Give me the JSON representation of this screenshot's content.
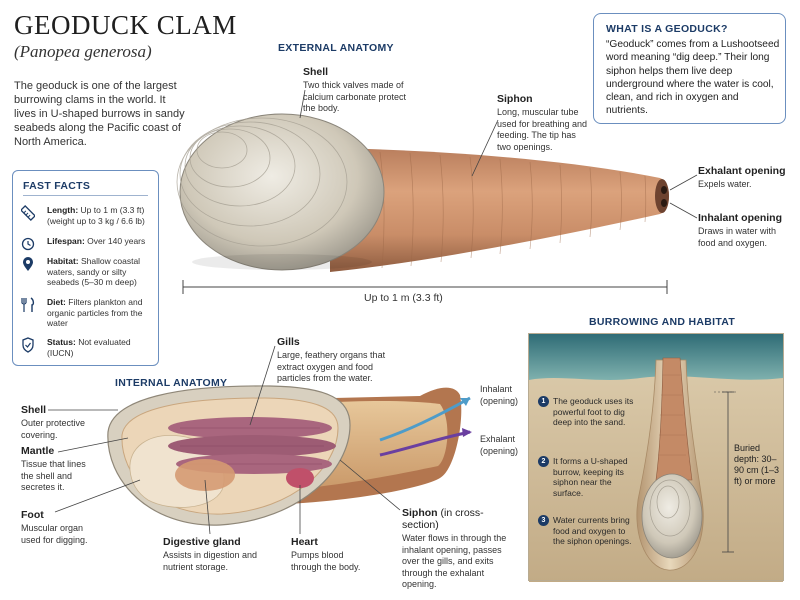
{
  "header": {
    "title": "GEODUCK CLAM",
    "subtitle": "(Panopea generosa)",
    "intro": "The geoduck is one of the largest burrowing clams in the world. It lives in U-shaped burrows in sandy seabeds along the Pacific coast of North America."
  },
  "external": {
    "heading": "EXTERNAL ANATOMY",
    "shell": {
      "title": "Shell",
      "desc": "Two thick valves made of calcium carbonate protect the body."
    },
    "siphon": {
      "title": "Siphon",
      "desc": "Long, muscular tube used for breathing and feeding. The tip has two openings."
    },
    "exhalant": {
      "title": "Exhalant opening",
      "desc": "Expels water."
    },
    "inhalant": {
      "title": "Inhalant opening",
      "desc": "Draws in water with food and oxygen."
    },
    "scale": "Up to 1 m (3.3 ft)"
  },
  "fast_facts": {
    "heading": "FAST FACTS",
    "items": [
      {
        "icon": "ruler-icon",
        "label": "Length:",
        "text": "Up to 1 m (3.3 ft) (weight up to 3 kg / 6.6 lb)"
      },
      {
        "icon": "clock-icon",
        "label": "Lifespan:",
        "text": "Over 140 years"
      },
      {
        "icon": "location-pin-icon",
        "label": "Habitat:",
        "text": "Shallow coastal waters, sandy or silty seabeds (5–30 m deep)"
      },
      {
        "icon": "fork-knife-icon",
        "label": "Diet:",
        "text": "Filters plankton and organic particles from the water"
      },
      {
        "icon": "shield-check-icon",
        "label": "Status:",
        "text": "Not evaluated (IUCN)"
      }
    ]
  },
  "what_is": {
    "heading": "WHAT IS A GEODUCK?",
    "body": "“Geoduck” comes from a Lushootseed word meaning “dig deep.” Their long siphon helps them live deep underground where the water is cool, clean, and rich in oxygen and nutrients."
  },
  "internal": {
    "heading": "INTERNAL ANATOMY",
    "shell": {
      "title": "Shell",
      "desc": "Outer protective covering."
    },
    "mantle": {
      "title": "Mantle",
      "desc": "Tissue that lines the shell and secretes it."
    },
    "foot": {
      "title": "Foot",
      "desc": "Muscular organ used for digging."
    },
    "gills": {
      "title": "Gills",
      "desc": "Large, feathery organs that extract oxygen and food particles from the water."
    },
    "digestive": {
      "title": "Digestive gland",
      "desc": "Assists in digestion and nutrient storage."
    },
    "heart": {
      "title": "Heart",
      "desc": "Pumps blood through the body."
    },
    "siphon": {
      "title": "Siphon",
      "title_suffix": " (in cross-section)",
      "desc": "Water flows in through the inhalant opening, passes over the gills, and exits through the exhalant opening."
    },
    "inhalant_arrow": "Inhalant (opening)",
    "exhalant_arrow": "Exhalant (opening)"
  },
  "habitat": {
    "heading": "BURROWING AND HABITAT",
    "steps": [
      {
        "num": "1",
        "text": "The geoduck uses its powerful foot to dig deep into the sand."
      },
      {
        "num": "2",
        "text": "It forms a U-shaped burrow, keeping its siphon near the surface."
      },
      {
        "num": "3",
        "text": "Water currents bring food and oxygen to the siphon openings."
      }
    ],
    "depth": "Buried depth: 30–90 cm (1–3 ft) or more"
  },
  "colors": {
    "accent": "#1c3b66",
    "box_border": "#6b8fbf",
    "siphon": "#c88c66",
    "shell": "#d8d2c4",
    "gills": "#a9667e",
    "sand": "#cbb899",
    "water": "#3f7e86"
  }
}
